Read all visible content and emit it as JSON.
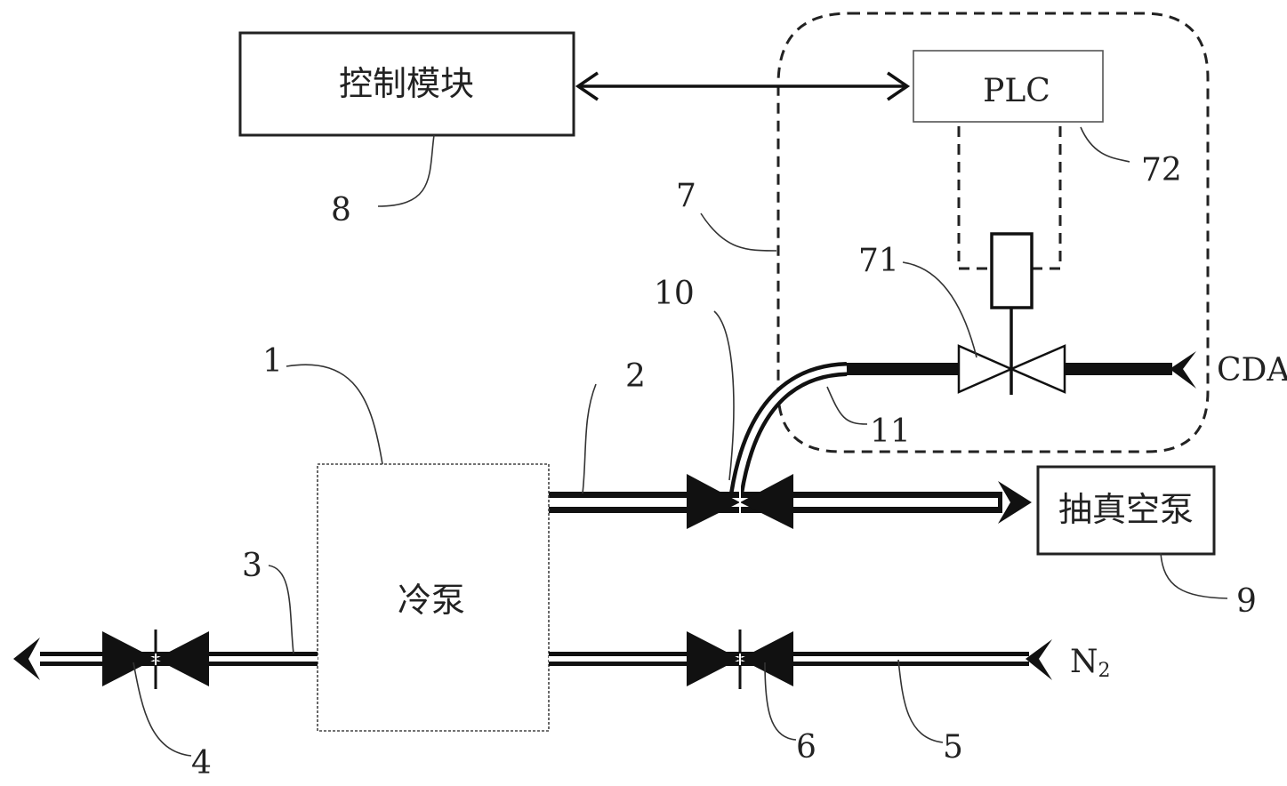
{
  "blocks": {
    "control_module": "控制模块",
    "plc": "PLC",
    "vacuum_pump": "抽真空泵",
    "cryo_pump": "冷泵"
  },
  "inlets": {
    "cda": "CDA",
    "n2": "N",
    "n2_sub": "2"
  },
  "callouts": {
    "c1": "1",
    "c2": "2",
    "c3": "3",
    "c4": "4",
    "c5": "5",
    "c6": "6",
    "c7": "7",
    "c8": "8",
    "c9": "9",
    "c10": "10",
    "c11": "11",
    "c71": "71",
    "c72": "72"
  }
}
